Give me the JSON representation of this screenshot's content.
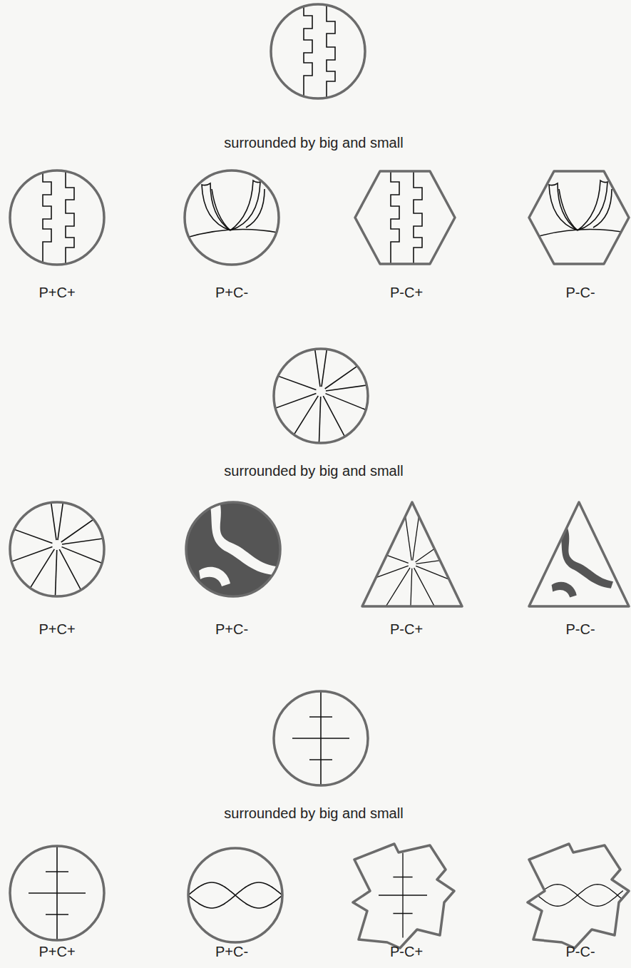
{
  "diagram": {
    "labels": [
      "surrounded by big and small",
      "P+C+",
      "P+C-",
      "P-C+",
      "P-C-",
      "surrounded by big and small",
      "P+C+",
      "P+C-",
      "P-C+",
      "P-C-",
      "surrounded by big and small",
      "P+C+",
      "P+C-",
      "P-C+",
      "P-C-"
    ]
  }
}
